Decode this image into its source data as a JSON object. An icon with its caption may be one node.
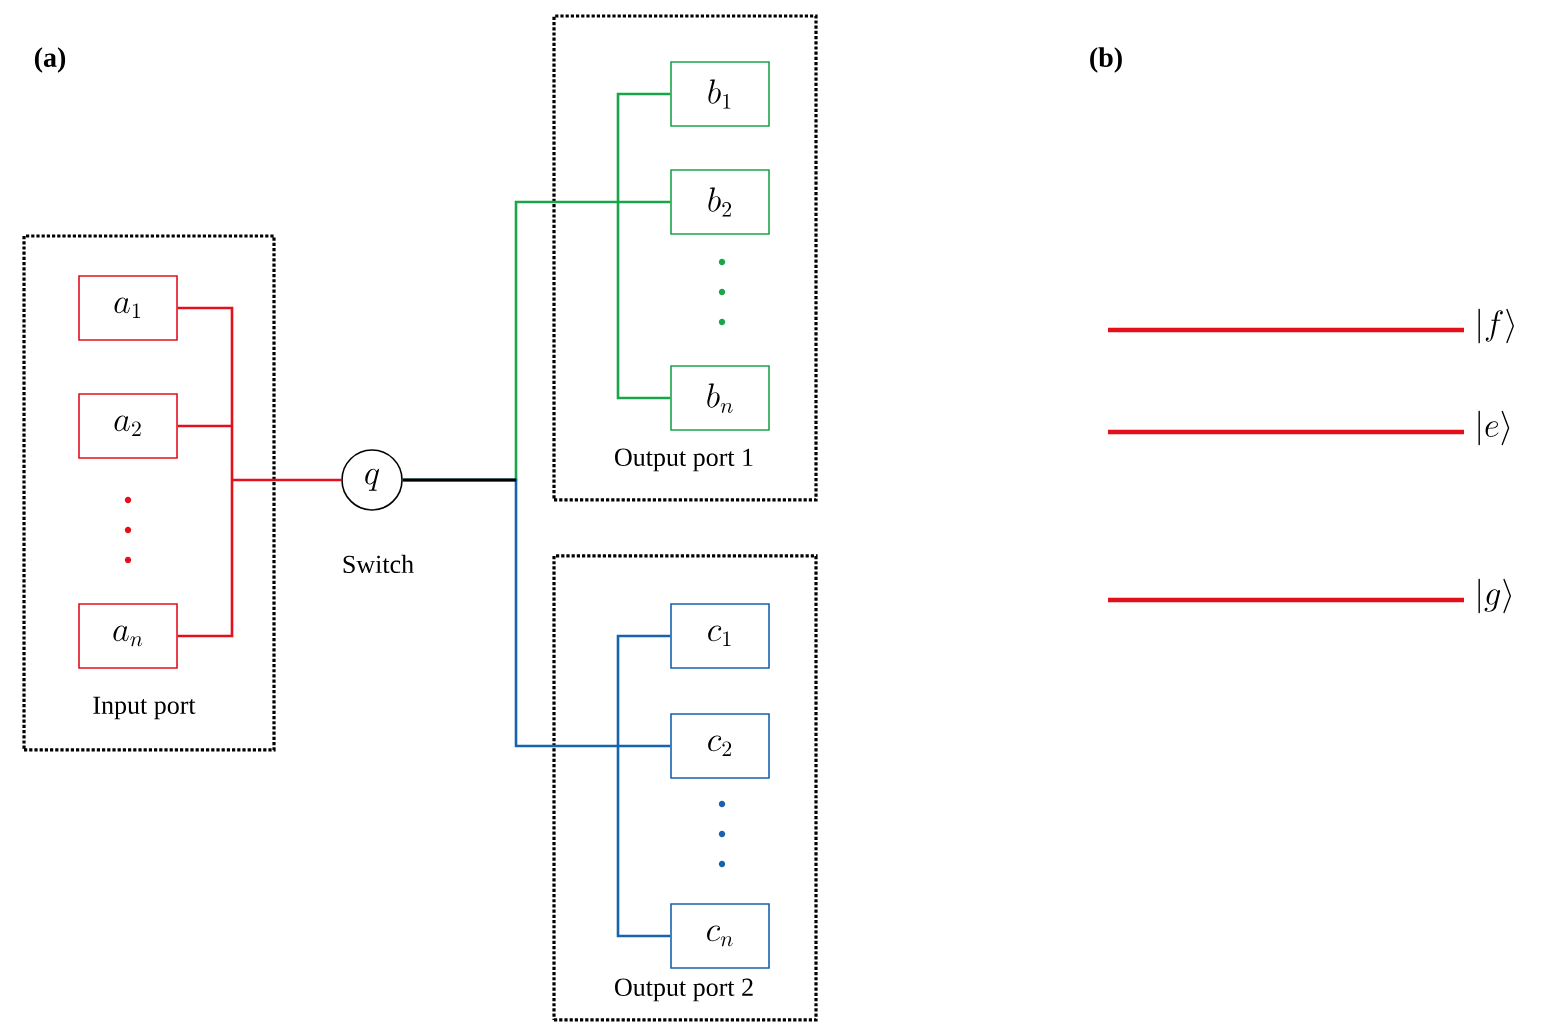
{
  "diagram": {
    "nodes": [
      {
        "text": [
          "Input port"
        ]
      },
      {
        "text": [
          "a_1"
        ],
        "in": 0
      },
      {
        "text": [
          "a_2"
        ],
        "in": 0
      },
      {
        "text": [
          "a_n"
        ],
        "in": 0
      },
      {
        "text": [
          "q"
        ],
        "beside": [
          "Switch"
        ]
      },
      {
        "text": [
          "Output port 1"
        ]
      },
      {
        "text": [
          "b_1"
        ],
        "in": 5
      },
      {
        "text": [
          "b_2"
        ],
        "in": 5
      },
      {
        "text": [
          "b_n"
        ],
        "in": 5
      },
      {
        "text": [
          "Output port 2"
        ]
      },
      {
        "text": [
          "c_1"
        ],
        "in": 9
      },
      {
        "text": [
          "c_2"
        ],
        "in": 9
      },
      {
        "text": [
          "c_n"
        ],
        "in": 9
      }
    ],
    "edges": [
      {
        "from": 1,
        "to": 4,
        "arrow": "none",
        "color": "#e3101c"
      },
      {
        "from": 2,
        "to": 4,
        "arrow": "none",
        "color": "#e3101c"
      },
      {
        "from": 3,
        "to": 4,
        "arrow": "none",
        "color": "#e3101c"
      },
      {
        "from": 4,
        "to": 6,
        "arrow": "none",
        "color": "#1ba54a"
      },
      {
        "from": 4,
        "to": 7,
        "arrow": "none",
        "color": "#1ba54a"
      },
      {
        "from": 4,
        "to": 8,
        "arrow": "none",
        "color": "#1ba54a"
      },
      {
        "from": 4,
        "to": 10,
        "arrow": "none",
        "color": "#1763ae"
      },
      {
        "from": 4,
        "to": 11,
        "arrow": "none",
        "color": "#1763ae"
      },
      {
        "from": 4,
        "to": 12,
        "arrow": "none",
        "color": "#1763ae"
      }
    ],
    "labels": [
      "(a)",
      "(b)",
      "|f\\rangle",
      "|e\\rangle",
      "|g\\rangle"
    ]
  }
}
